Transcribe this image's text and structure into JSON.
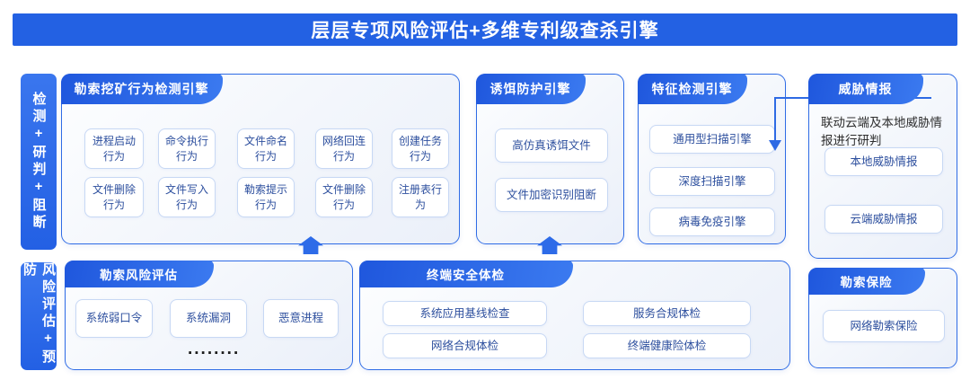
{
  "banner": {
    "title": "层层专项风险评估+多维专利级查杀引擎"
  },
  "side_labels": {
    "detection": "检测+研判+阻断",
    "prevention": "风险评估+预防"
  },
  "sections": {
    "ransom_mining": {
      "title": "勒索挖矿行为检测引擎",
      "chips": [
        "进程启动行为",
        "命令执行行为",
        "文件命名行为",
        "网络回连行为",
        "创建任务行为",
        "文件删除行为",
        "文件写入行为",
        "勒索提示行为",
        "文件删除行为",
        "注册表行为"
      ]
    },
    "decoy": {
      "title": "诱饵防护引擎",
      "chips": [
        "高仿真诱饵文件",
        "文件加密识别阻断"
      ]
    },
    "signature": {
      "title": "特征检测引擎",
      "chips": [
        "通用型扫描引擎",
        "深度扫描引擎",
        "病毒免疫引擎"
      ]
    },
    "threat_intel": {
      "title": "威胁情报",
      "description": "联动云端及本地威胁情报进行研判",
      "chips": [
        "本地威胁情报",
        "云端威胁情报"
      ]
    },
    "risk_assessment": {
      "title": "勒索风险评估",
      "chips": [
        "系统弱口令",
        "系统漏洞",
        "恶意进程"
      ],
      "ellipsis": "........"
    },
    "security_checkup": {
      "title": "终端安全体检",
      "chips": [
        "系统应用基线检查",
        "服务合规体检",
        "网络合规体检",
        "终端健康险体检"
      ]
    },
    "insurance": {
      "title": "勒索保险",
      "chips": [
        "网络勒索保险"
      ]
    }
  },
  "colors": {
    "primary_blue": "#2361e3",
    "panel_border": "#2f6ce6",
    "chip_border": "#c7d8f4",
    "chip_text": "#2d4f9e",
    "arrow_blue": "#2d6be8"
  }
}
